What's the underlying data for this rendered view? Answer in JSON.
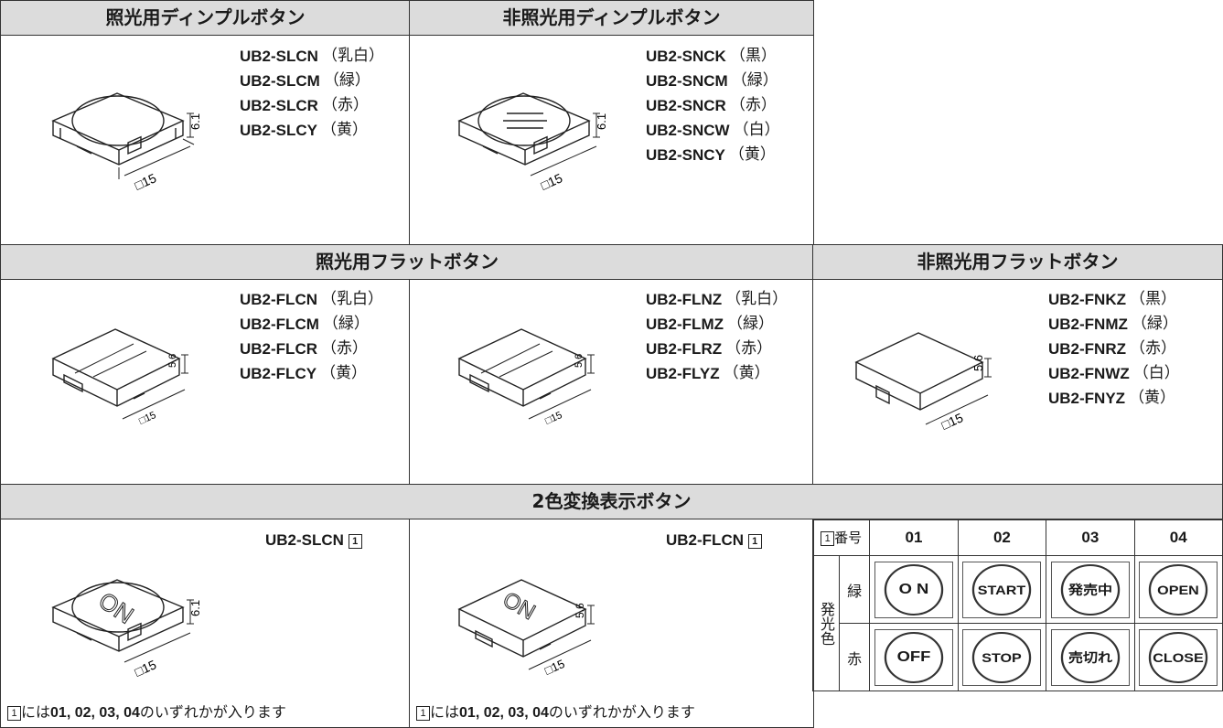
{
  "sections": {
    "illum_dimple": {
      "title": "照光用ディンプルボタン",
      "models": [
        {
          "code": "UB2-SLCN",
          "color": "（乳白）"
        },
        {
          "code": "UB2-SLCM",
          "color": "（緑）"
        },
        {
          "code": "UB2-SLCR",
          "color": "（赤）"
        },
        {
          "code": "UB2-SLCY",
          "color": "（黄）"
        }
      ],
      "dims": {
        "height": "6.1",
        "side": "□15"
      }
    },
    "nonillum_dimple": {
      "title": "非照光用ディンプルボタン",
      "models": [
        {
          "code": "UB2-SNCK",
          "color": "（黒）"
        },
        {
          "code": "UB2-SNCM",
          "color": "（緑）"
        },
        {
          "code": "UB2-SNCR",
          "color": "（赤）"
        },
        {
          "code": "UB2-SNCW",
          "color": "（白）"
        },
        {
          "code": "UB2-SNCY",
          "color": "（黄）"
        }
      ],
      "dims": {
        "height": "6.1",
        "side": "□15"
      }
    },
    "illum_flat": {
      "title": "照光用フラットボタン",
      "models_left": [
        {
          "code": "UB2-FLCN",
          "color": "（乳白）"
        },
        {
          "code": "UB2-FLCM",
          "color": "（緑）"
        },
        {
          "code": "UB2-FLCR",
          "color": "（赤）"
        },
        {
          "code": "UB2-FLCY",
          "color": "（黄）"
        }
      ],
      "models_right": [
        {
          "code": "UB2-FLNZ",
          "color": "（乳白）"
        },
        {
          "code": "UB2-FLMZ",
          "color": "（緑）"
        },
        {
          "code": "UB2-FLRZ",
          "color": "（赤）"
        },
        {
          "code": "UB2-FLYZ",
          "color": "（黄）"
        }
      ],
      "dims": {
        "height": "5.6",
        "side": "□15"
      }
    },
    "nonillum_flat": {
      "title": "非照光用フラットボタン",
      "models": [
        {
          "code": "UB2-FNKZ",
          "color": "（黒）"
        },
        {
          "code": "UB2-FNMZ",
          "color": "（緑）"
        },
        {
          "code": "UB2-FNRZ",
          "color": "（赤）"
        },
        {
          "code": "UB2-FNWZ",
          "color": "（白）"
        },
        {
          "code": "UB2-FNYZ",
          "color": "（黄）"
        }
      ],
      "dims": {
        "height": "5.6",
        "side": "□15"
      }
    },
    "two_color": {
      "title": "2色変換表示ボタン",
      "left_code": "UB2-SLCN",
      "right_code": "UB2-FLCN",
      "box_number": "1",
      "note_prefix": "には",
      "note_codes": "01, 02, 03, 04",
      "note_suffix": "のいずれかが入ります",
      "dims_left": {
        "height": "6.1",
        "side": "□15"
      },
      "dims_right": {
        "height": "5.6",
        "side": "□15"
      },
      "cap_text": "ON"
    }
  },
  "legend_table": {
    "number_header": "番号",
    "numbers": [
      "01",
      "02",
      "03",
      "04"
    ],
    "emission_label": "発光色",
    "rows": [
      {
        "color": "緑",
        "buttons": [
          "O N",
          "START",
          "発売中",
          "OPEN"
        ]
      },
      {
        "color": "赤",
        "buttons": [
          "OFF",
          "STOP",
          "売切れ",
          "CLOSE"
        ]
      }
    ]
  }
}
